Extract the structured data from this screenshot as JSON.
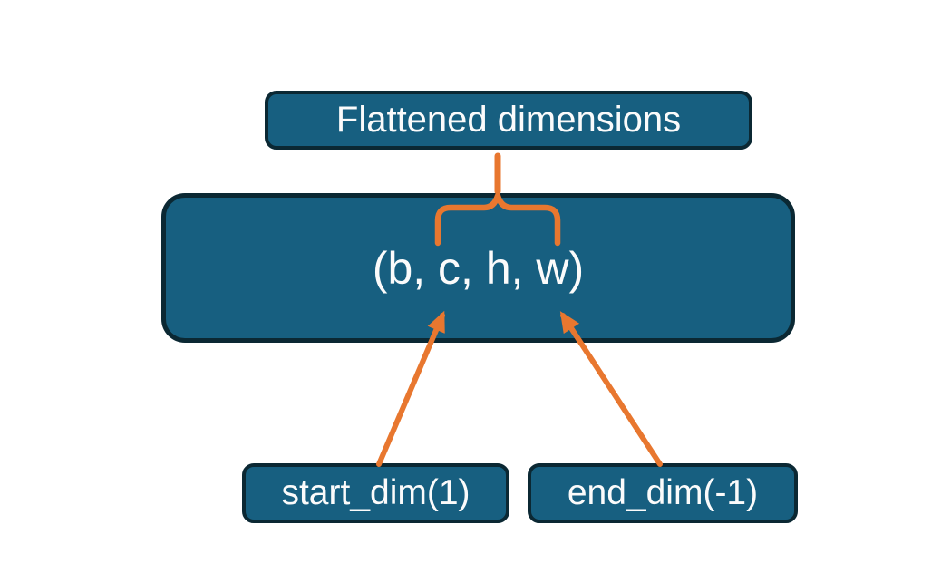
{
  "diagram": {
    "title": "Flatten dimensions diagram",
    "nodes": {
      "flattened": {
        "label": "Flattened dimensions"
      },
      "tensor": {
        "label": "(b, c, h, w)"
      },
      "start_dim": {
        "label": "start_dim(1)"
      },
      "end_dim": {
        "label": "end_dim(-1)"
      }
    },
    "connectors": [
      {
        "name": "flattened-brace",
        "type": "curly-brace",
        "from": "flattened",
        "to": "tensor",
        "spans": "c through w"
      },
      {
        "name": "start-dim-arrow",
        "type": "arrow",
        "from": "start_dim",
        "to": "dimension c"
      },
      {
        "name": "end-dim-arrow",
        "type": "arrow",
        "from": "end_dim",
        "to": "dimension w"
      }
    ]
  },
  "colors": {
    "box_fill": "#175F80",
    "box_border": "#0B2833",
    "text_color": "#FBFBFB",
    "accent": "#E8772F",
    "background": "#FFFFFF"
  }
}
